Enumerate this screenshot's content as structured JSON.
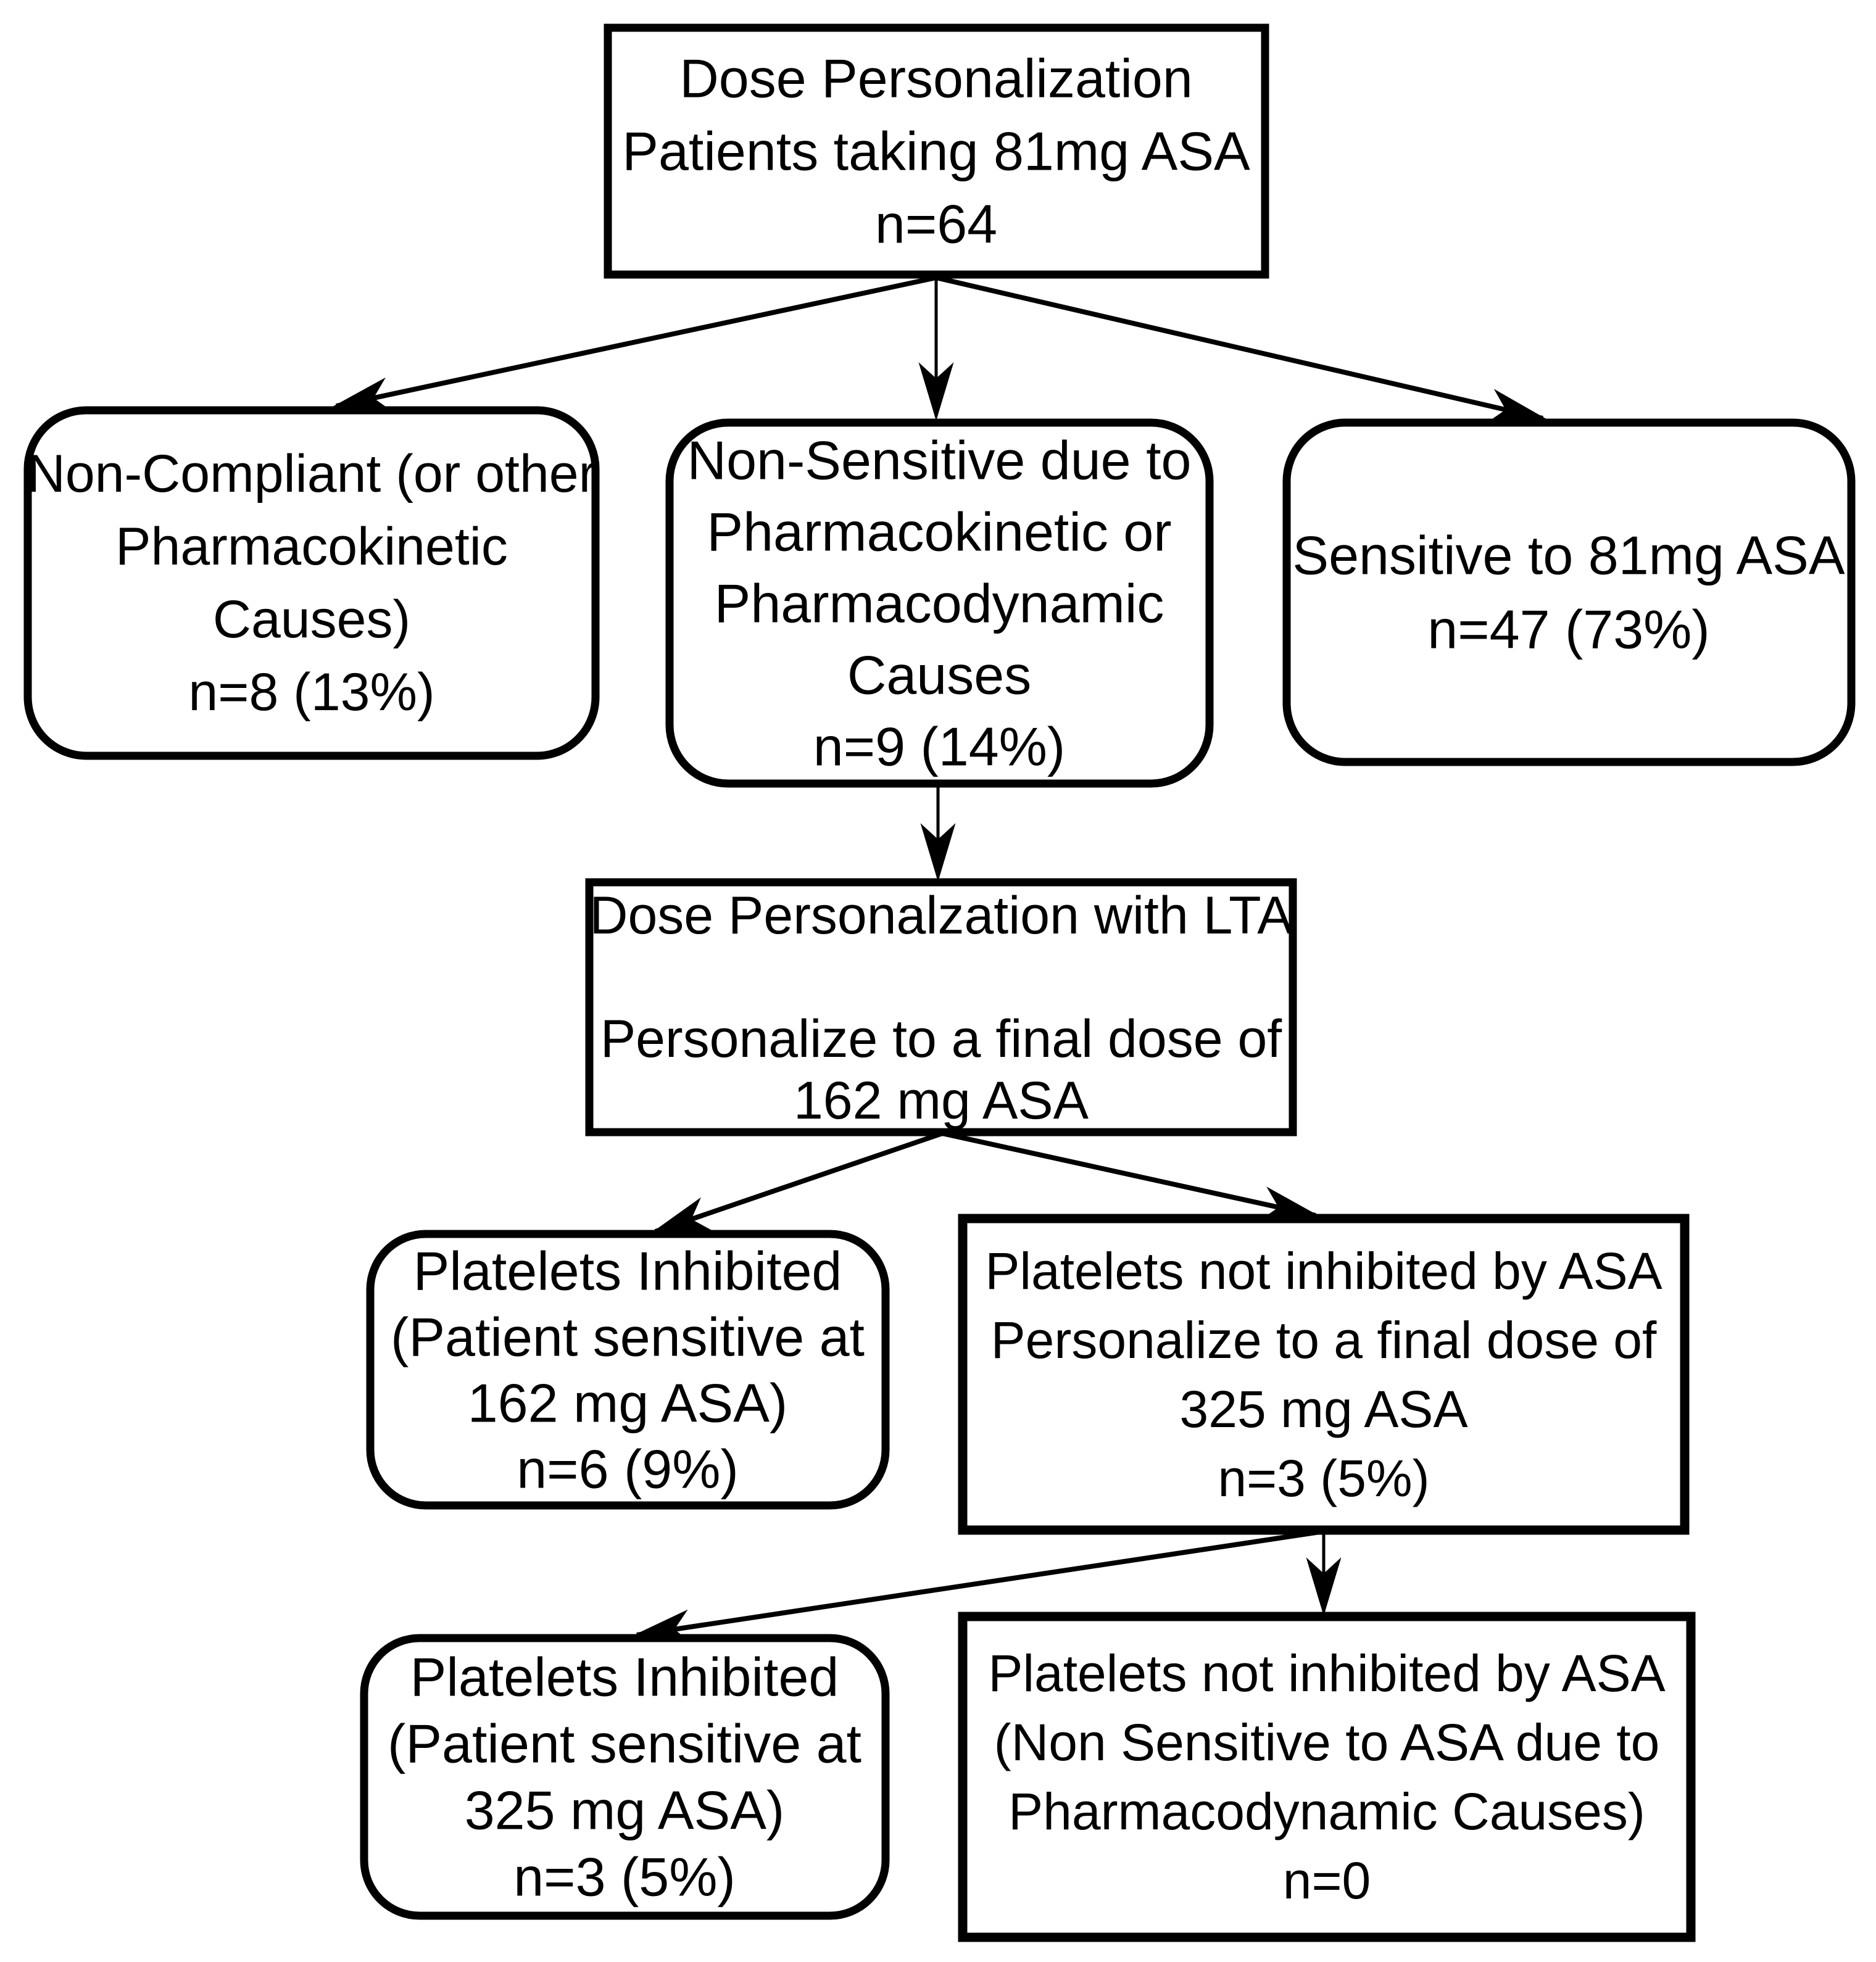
{
  "diagram_type": "flowchart",
  "background_color": "#ffffff",
  "stroke_color": "#000000",
  "nodes": {
    "root": {
      "shape": "rectangle",
      "lines": [
        "Dose Personalization",
        "Patients taking 81mg ASA",
        "n=64"
      ]
    },
    "non_compliant": {
      "shape": "rounded-rectangle",
      "lines": [
        "Non-Compliant (or other",
        "Pharmacokinetic",
        "Causes)",
        "n=8 (13%)"
      ]
    },
    "non_sensitive": {
      "shape": "rounded-rectangle",
      "lines": [
        "Non-Sensitive due to",
        "Pharmacokinetic or",
        "Pharmacodynamic",
        "Causes",
        "n=9 (14%)"
      ]
    },
    "sensitive_81": {
      "shape": "rounded-rectangle",
      "lines": [
        "Sensitive to 81mg ASA",
        "n=47 (73%)"
      ]
    },
    "lta": {
      "shape": "rectangle",
      "lines": [
        "Dose Personalzation with LTA",
        "",
        "Personalize to a final dose of",
        "162 mg ASA"
      ]
    },
    "inhibited_162": {
      "shape": "rounded-rectangle",
      "lines": [
        "Platelets Inhibited",
        "(Patient sensitive at",
        "162 mg ASA)",
        "n=6 (9%)"
      ]
    },
    "not_inhibited_325": {
      "shape": "rectangle",
      "lines": [
        "Platelets not inhibited by ASA",
        "Personalize to a final dose of",
        "325 mg ASA",
        "n=3 (5%)"
      ]
    },
    "inhibited_325": {
      "shape": "rounded-rectangle",
      "lines": [
        "Platelets Inhibited",
        "(Patient sensitive at",
        "325 mg ASA)",
        "n=3 (5%)"
      ]
    },
    "not_inhibited_0": {
      "shape": "rectangle",
      "lines": [
        "Platelets not inhibited by ASA",
        "(Non Sensitive to ASA due to",
        "Pharmacodynamic Causes)",
        "n=0"
      ]
    }
  },
  "edges": [
    {
      "from": "root",
      "to": "non_compliant"
    },
    {
      "from": "root",
      "to": "non_sensitive"
    },
    {
      "from": "root",
      "to": "sensitive_81"
    },
    {
      "from": "non_sensitive",
      "to": "lta"
    },
    {
      "from": "lta",
      "to": "inhibited_162"
    },
    {
      "from": "lta",
      "to": "not_inhibited_325"
    },
    {
      "from": "not_inhibited_325",
      "to": "inhibited_325"
    },
    {
      "from": "not_inhibited_325",
      "to": "not_inhibited_0"
    }
  ]
}
